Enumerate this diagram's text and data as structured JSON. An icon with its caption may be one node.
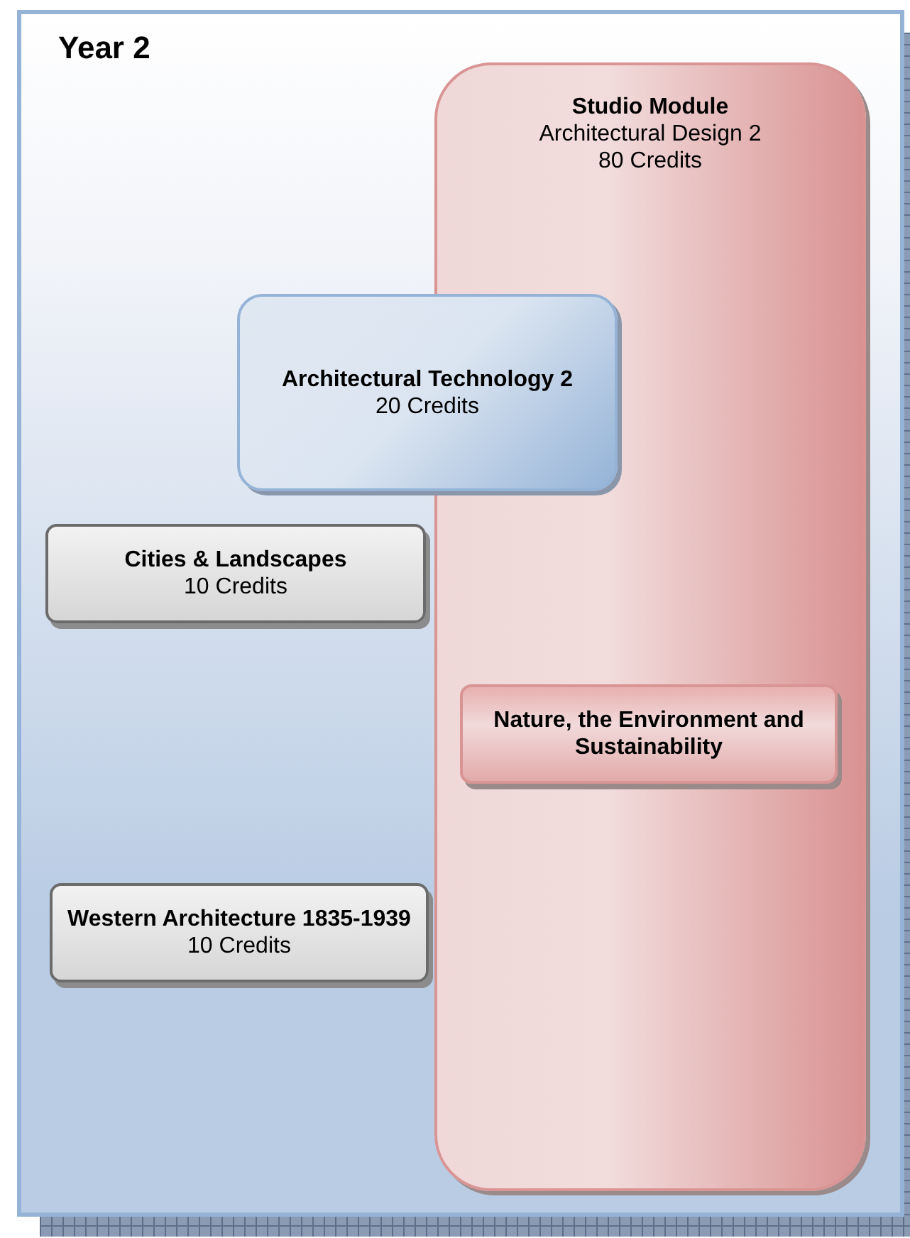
{
  "diagram": {
    "nodes": [
      {
        "text": [
          "Year 2"
        ]
      },
      {
        "text": [
          "Studio Module",
          "Architectural Design 2",
          "80 Credits"
        ],
        "in": 0
      },
      {
        "text": [
          "Architectural Technology 2",
          "20 Credits"
        ],
        "in": 0
      },
      {
        "text": [
          "Cities & Landscapes",
          "10 Credits"
        ],
        "in": 0
      },
      {
        "text": [
          "Nature, the Environment and Sustainability"
        ],
        "in": 1
      },
      {
        "text": [
          "Western Architecture 1835-1939",
          "10 Credits"
        ],
        "in": 0
      }
    ]
  }
}
